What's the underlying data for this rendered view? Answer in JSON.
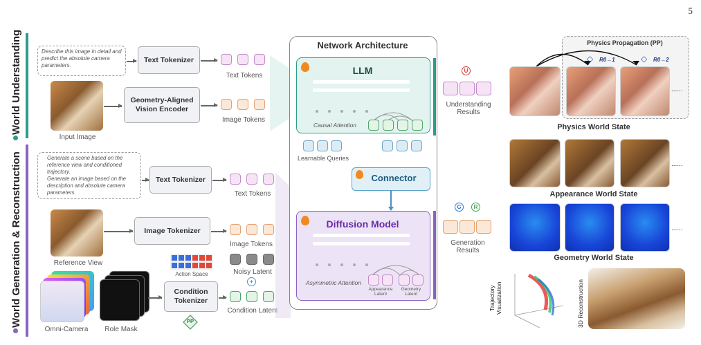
{
  "page_number": "5",
  "sections": {
    "understanding": "World Understanding",
    "generation": "World Generation & Reconstruction"
  },
  "understanding": {
    "prompt": "Describe this image in detail and predict the absolute camera parameters.",
    "text_tokenizer": "Text Tokenizer",
    "text_tokens": "Text Tokens",
    "vision_encoder": "Geometry-Aligned Vision Encoder",
    "image_tokens": "Image Tokens",
    "input_image": "Input Image"
  },
  "generation": {
    "prompt_items": [
      "Generate a scene based on the reference view and conditioned trajectory.",
      "Generate an image based on the description and absolute camera parameters."
    ],
    "text_tokenizer": "Text Tokenizer",
    "text_tokens": "Text Tokens",
    "image_tokenizer": "Image Tokenizer",
    "image_tokens": "Image Tokens",
    "reference_view": "Reference View",
    "action_space": "Action Space",
    "noisy_latent": "Noisy Latent",
    "condition_tokenizer": "Condition Tokenizer",
    "condition_latent": "Condition Latent",
    "pp_badge": "PP",
    "omni_camera": "Omni-Camera",
    "role_mask": "Role Mask"
  },
  "network": {
    "title": "Network Architecture",
    "llm": "LLM",
    "causal_attention": "Causal Attention",
    "learnable_queries": "Learnable Queries",
    "connector": "Connector",
    "diffusion_model": "Diffusion Model",
    "asymmetric_attention": "Asymmetric Attention",
    "appearance_latent": "Appearance Latent",
    "geometry_latent": "Geometry Latent"
  },
  "outputs": {
    "understanding_results": "Understanding Results",
    "understanding_badge": "U",
    "generation_results": "Generation Results",
    "gen_badge_g": "G",
    "gen_badge_r": "R",
    "physics_propagation": "Physics Propagation (PP)",
    "r01": "R0→1",
    "r02": "R0→2",
    "ellipsis": "......",
    "physics_world_state": "Physics World State",
    "appearance_world_state": "Appearance World State",
    "geometry_world_state": "Geometry World State",
    "trajectory_visualization": "Trajectory Visualization",
    "reconstruction_3d": "3D Reconstruction"
  },
  "colors": {
    "teal": "#2b9c8a",
    "purple": "#8a63c0",
    "blue": "#5aa5c8"
  }
}
